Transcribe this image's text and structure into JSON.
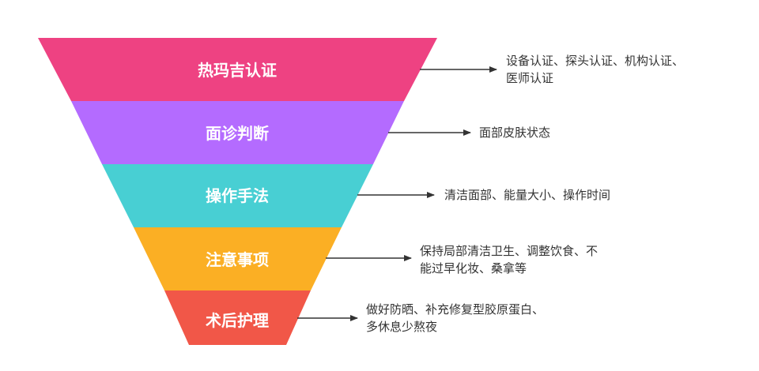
{
  "stages": [
    {
      "label": "热玛吉认证",
      "color": "#EE4282",
      "desc_lines": [
        "设备认证、探头认证、机构认证、",
        "医师认证"
      ]
    },
    {
      "label": "面诊判断",
      "color": "#B46BFF",
      "desc_lines": [
        "面部皮肤状态"
      ]
    },
    {
      "label": "操作手法",
      "color": "#48CFD3",
      "desc_lines": [
        "清洁面部、能量大小、操作时间"
      ]
    },
    {
      "label": "注意事项",
      "color": "#FBAF24",
      "desc_lines": [
        "保持局部清洁卫生、调整饮食、不",
        "能过早化妆、桑拿等"
      ]
    },
    {
      "label": "术后护理",
      "color": "#F15748",
      "desc_lines": [
        "做好防晒、补充修复型胶原蛋白、",
        "多休息少熬夜"
      ]
    }
  ],
  "arrow_color": "#333333"
}
